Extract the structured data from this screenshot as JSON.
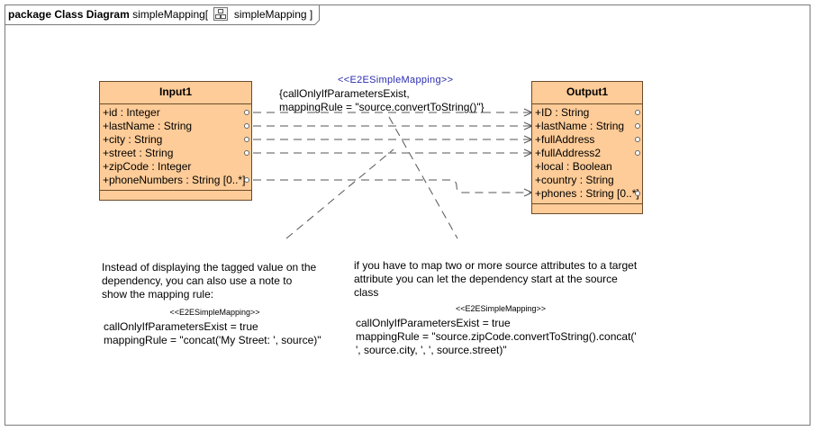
{
  "frame": {
    "keyword": "package Class Diagram",
    "name": "simpleMapping[",
    "icon": "class-diagram-icon",
    "ref_name": "simpleMapping",
    "close_bracket": "]"
  },
  "classes": {
    "input1": {
      "name": "Input1",
      "attributes": [
        "+id : Integer",
        "+lastName : String",
        "+city : String",
        "+street : String",
        "+zipCode : Integer",
        "+phoneNumbers : String [0..*]"
      ]
    },
    "output1": {
      "name": "Output1",
      "attributes": [
        "+ID : String",
        "+lastName : String",
        "+fullAddress",
        "+fullAddress2",
        "+local : Boolean",
        "+country : String",
        "+phones : String [0..*]"
      ]
    }
  },
  "dependency": {
    "stereotype": "<<E2ESimpleMapping>>",
    "tags": [
      "{callOnlyIfParametersExist,",
      "mappingRule = \"source.convertToString()\"}"
    ]
  },
  "notes": [
    {
      "text": [
        "Instead of displaying the tagged value on the",
        "dependency, you can also use a note to",
        "show the mapping rule:"
      ],
      "stereotype": "<<E2ESimpleMapping>>",
      "tags": [
        "callOnlyIfParametersExist = true",
        "mappingRule = \"concat('My Street: ', source)\""
      ]
    },
    {
      "text": [
        "if you have to map two or more source attributes to a target",
        "attribute you can let the dependency start at the source",
        "class"
      ],
      "stereotype": "<<E2ESimpleMapping>>",
      "tags": [
        "callOnlyIfParametersExist = true",
        "mappingRule = \"source.zipCode.convertToString().concat('",
        " ', source.city, ', ', source.street)\""
      ]
    }
  ],
  "colors": {
    "class_fill": "#fecc98",
    "class_border": "#6b4a2a",
    "stereotype": "#2b2bb0",
    "line": "#555555"
  }
}
